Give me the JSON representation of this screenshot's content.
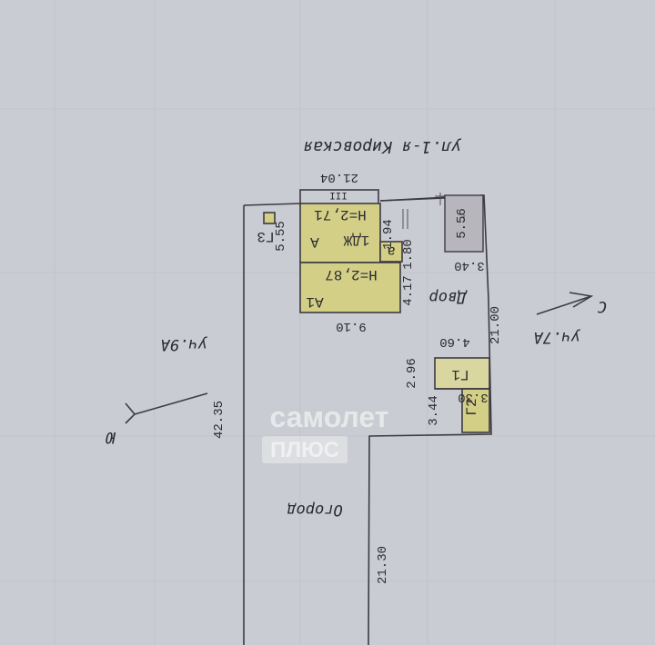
{
  "street_label": "ул.1-я Кировская",
  "neighbors": {
    "east": "уч.7А",
    "west": "уч.9А"
  },
  "compass": {
    "north": "С",
    "south": "Ю"
  },
  "buildings": {
    "main": "1ДЖ",
    "main_letter": "А",
    "main_height": "Н=2,71",
    "annex": "А1",
    "annex_height": "Н=2,87",
    "small": "а",
    "g1": "Г1",
    "g2": "Г2",
    "g3": "Г3",
    "porch": "III"
  },
  "areas": {
    "yard": "Двор",
    "garden": "Огород"
  },
  "dimensions": {
    "top": "21.04",
    "shed": "5.56",
    "yard_width": "3.40",
    "right_side": "21.00",
    "g_top": "4.60",
    "g_side": "2.96",
    "g_mid": "3.30",
    "g_bottom": "3.44",
    "main_depth": "5.55",
    "left_side": "42.35",
    "garden_side": "21.30",
    "bld_bottom": "9.10",
    "d1": "1.94",
    "d2": "1.80",
    "d3": "4.17"
  },
  "watermark": {
    "line1": "самолет",
    "line2": "ПЛЮС"
  }
}
